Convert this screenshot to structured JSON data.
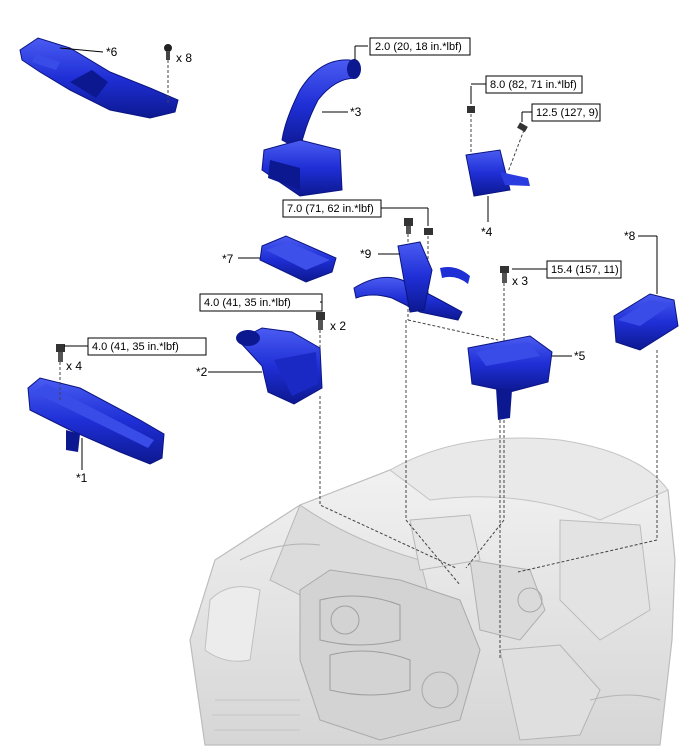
{
  "callouts": {
    "c1": "*1",
    "c2": "*2",
    "c3": "*3",
    "c4": "*4",
    "c5": "*5",
    "c6": "*6",
    "c7": "*7",
    "c8": "*8",
    "c9": "*9"
  },
  "torques": {
    "t_air_hose": "2.0 (20, 18 in.*lbf)",
    "t_ecu_nut": "8.0 (82, 71 in.*lbf)",
    "t_ecu_bolt": "12.5 (127, 9)",
    "t_bracket": "7.0 (71, 62 in.*lbf)",
    "t_tray": "15.4 (157, 11)",
    "t_cleaner": "4.0 (41, 35 in.*lbf)",
    "t_seal": "4.0 (41, 35 in.*lbf)"
  },
  "quantities": {
    "q_clip": "x 8",
    "q_tray": "x 3",
    "q_cleaner": "x 2",
    "q_seal": "x 4"
  },
  "colors": {
    "part_blue": "#1f2fd6",
    "part_dark": "#0c1890",
    "engine_gray": "#c9c9c9"
  }
}
